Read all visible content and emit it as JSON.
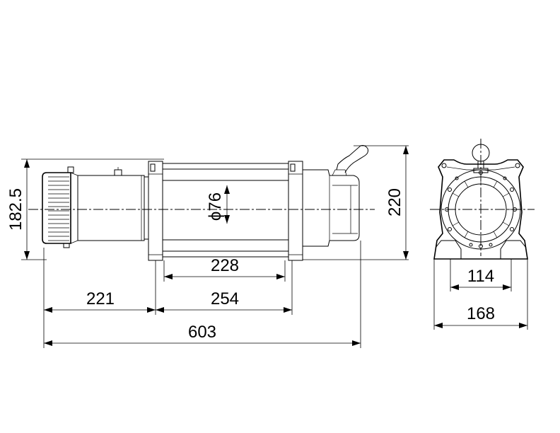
{
  "dimensions": {
    "height_left": "182.5",
    "drum_diameter": "ϕ76",
    "drum_length": "228",
    "motor_length": "221",
    "mount_spacing": "254",
    "overall_length": "603",
    "overall_height": "220",
    "base_mount_spacing": "114",
    "base_width": "168"
  }
}
